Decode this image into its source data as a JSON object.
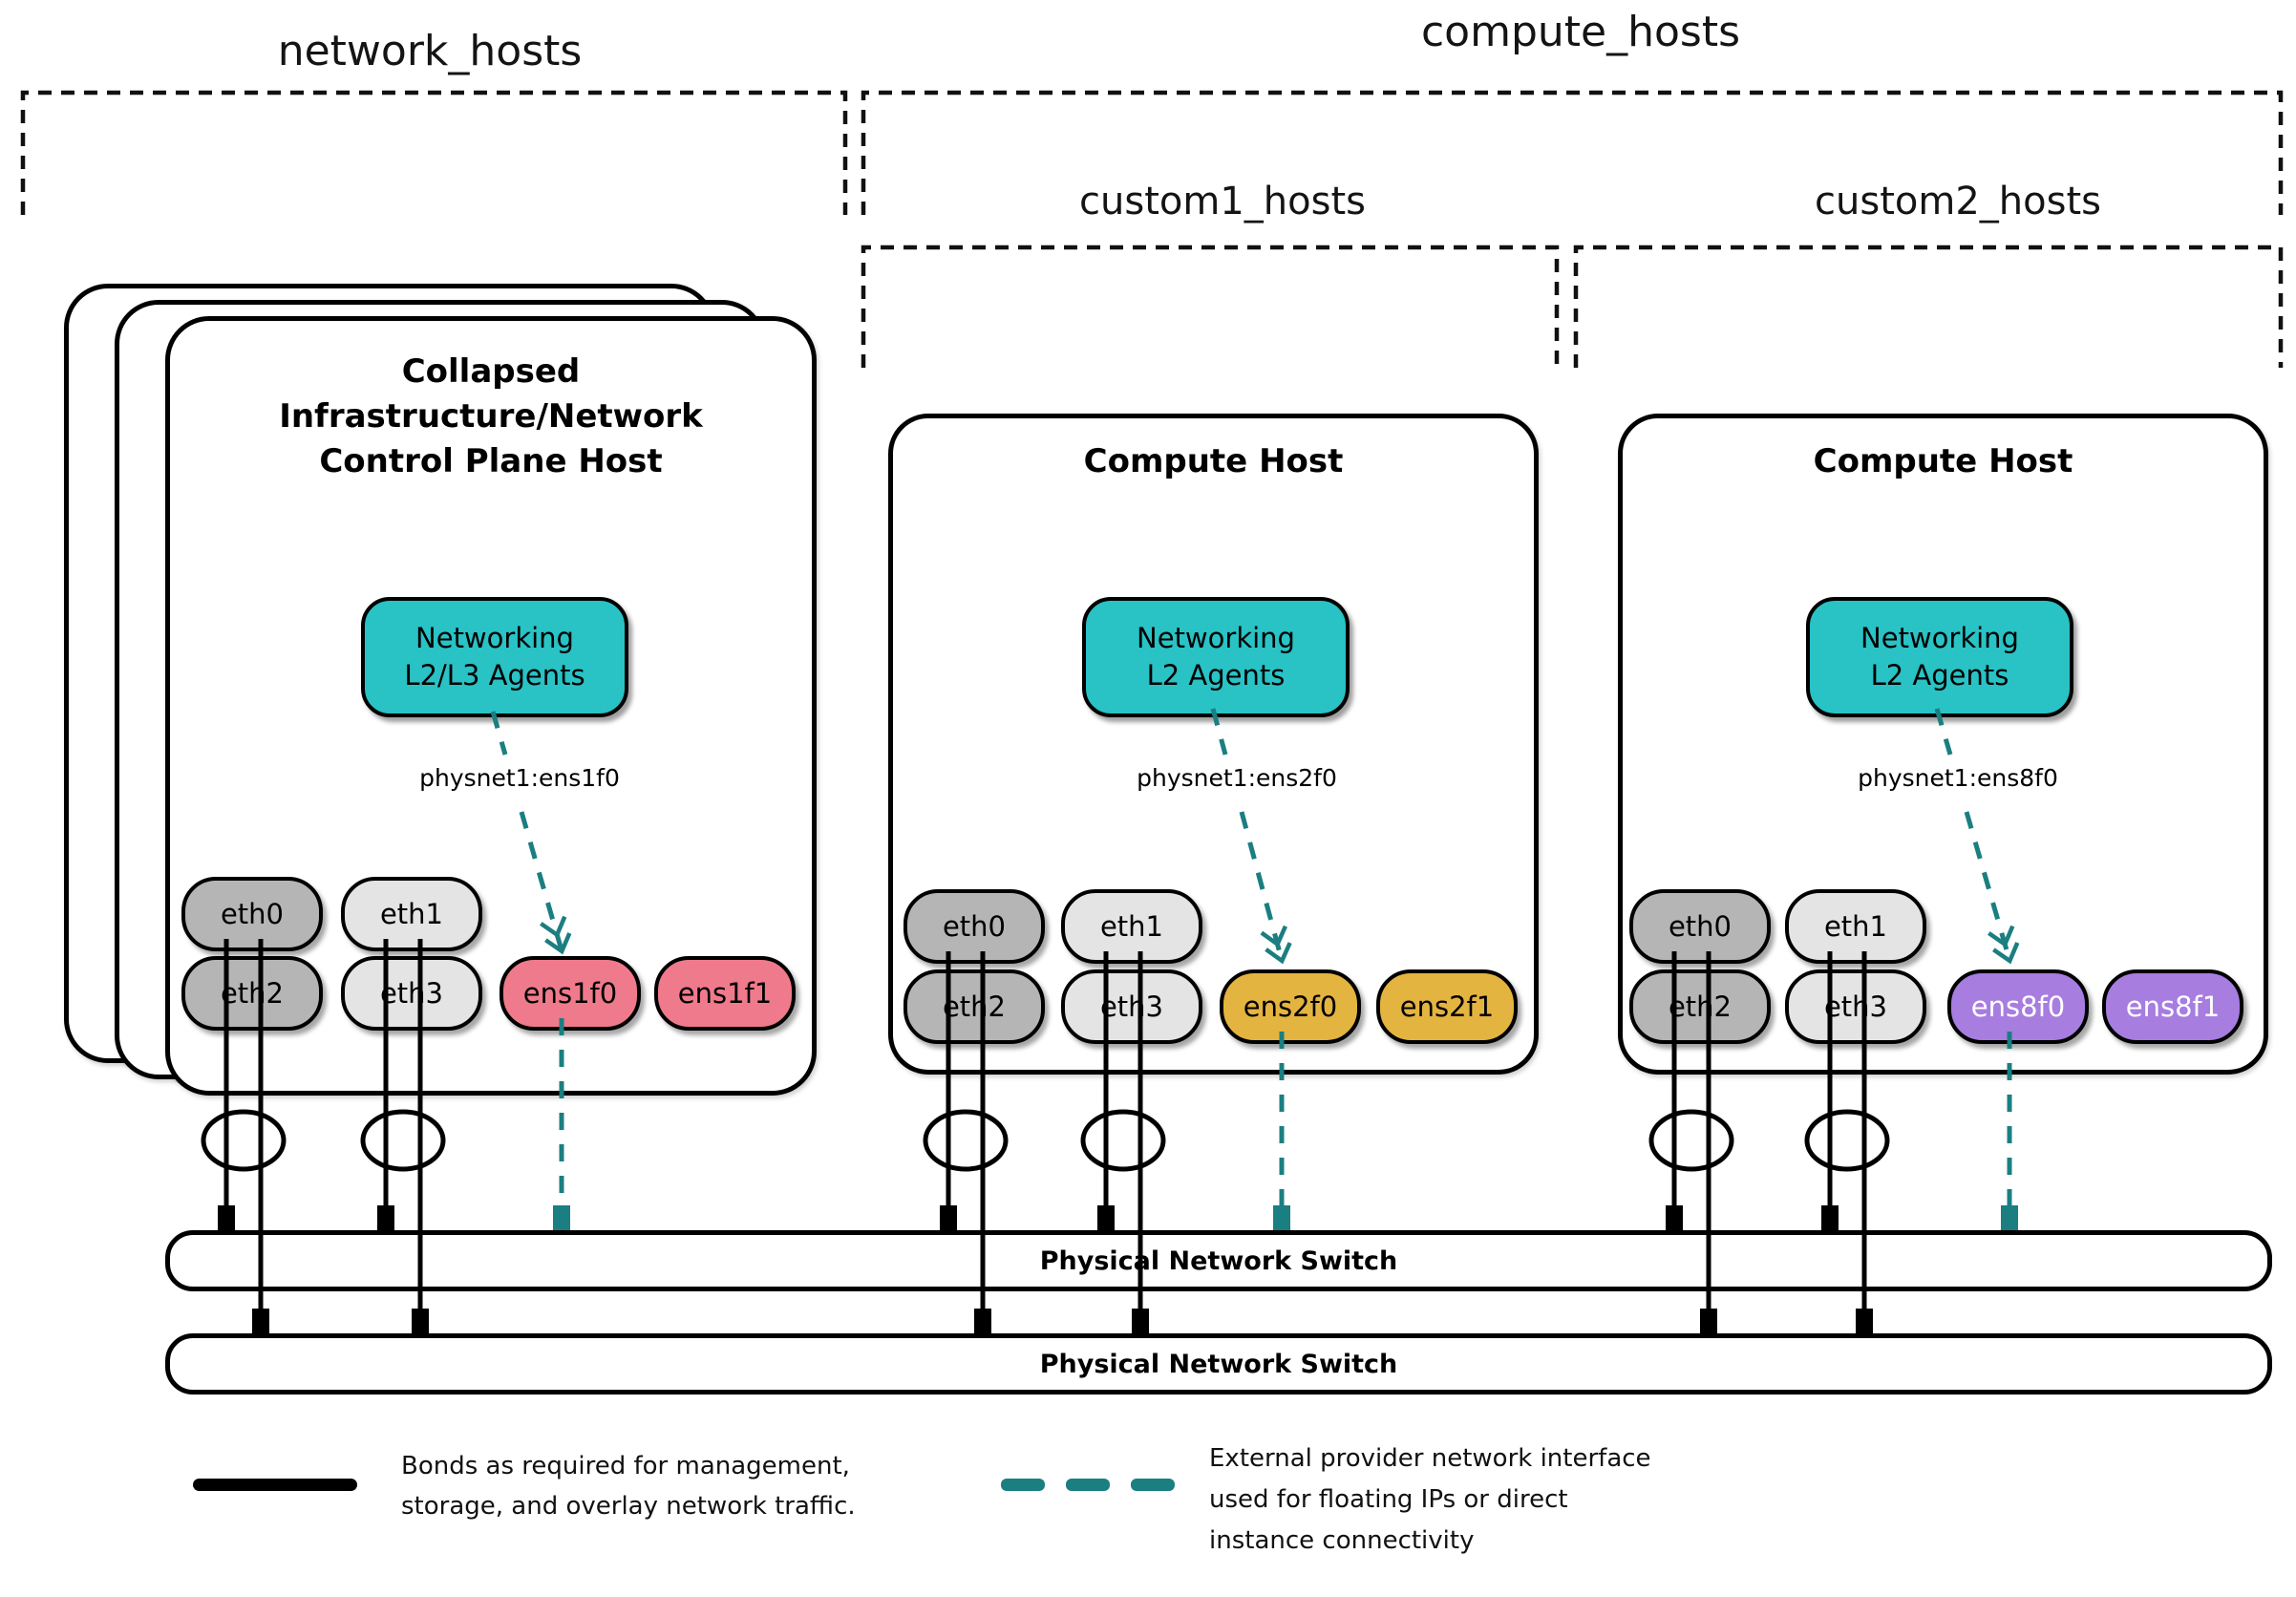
{
  "diagram": {
    "groups": {
      "network_hosts": "network_hosts",
      "compute_hosts": "compute_hosts",
      "custom1_hosts": "custom1_hosts",
      "custom2_hosts": "custom2_hosts"
    },
    "hosts": [
      {
        "title": "Collapsed Infrastructure/Network Control Plane Host",
        "agent_line1": "Networking",
        "agent_line2": "L2/L3 Agents",
        "physnet_label": "physnet1:ens1f0",
        "nics": [
          "eth0",
          "eth1",
          "eth2",
          "eth3",
          "ens1f0",
          "ens1f1"
        ]
      },
      {
        "title": "Compute Host",
        "agent_line1": "Networking",
        "agent_line2": "L2 Agents",
        "physnet_label": "physnet1:ens2f0",
        "nics": [
          "eth0",
          "eth1",
          "eth2",
          "eth3",
          "ens2f0",
          "ens2f1"
        ]
      },
      {
        "title": "Compute Host",
        "agent_line1": "Networking",
        "agent_line2": "L2 Agents",
        "physnet_label": "physnet1:ens8f0",
        "nics": [
          "eth0",
          "eth1",
          "eth2",
          "eth3",
          "ens8f0",
          "ens8f1"
        ]
      }
    ],
    "switches": [
      {
        "label": "Physical Network Switch"
      },
      {
        "label": "Physical Network Switch"
      }
    ],
    "legend": {
      "bond_text": "Bonds as required for management, storage, and overlay network traffic.",
      "external_text": "External provider network interface used for floating IPs or direct instance connectivity"
    },
    "colors": {
      "agent_teal": "#29c2c5",
      "provider_line_teal": "#1b7e81",
      "nic_gray_dark": "#b5b5b5",
      "nic_gray_light": "#e4e4e4",
      "nic_pink": "#ef7a8b",
      "nic_gold": "#e4b440",
      "nic_purple": "#a77de0",
      "line_black": "#000000"
    }
  }
}
